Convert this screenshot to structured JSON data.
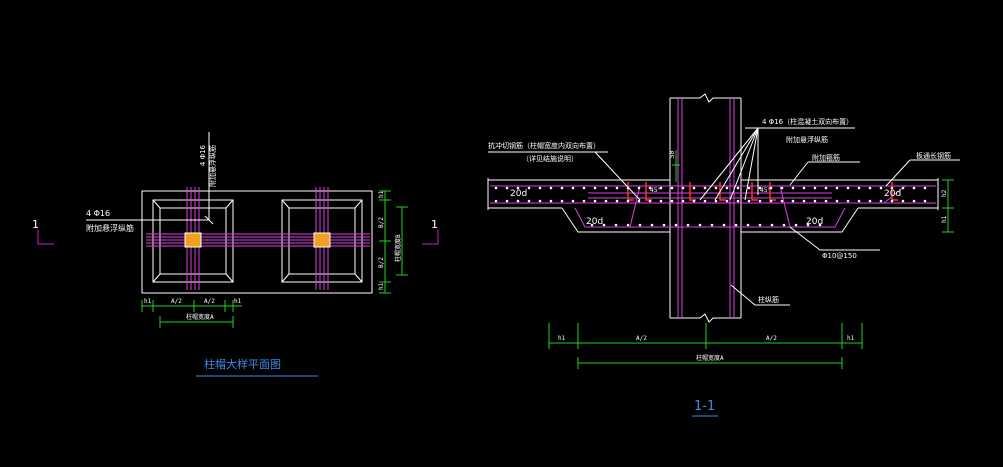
{
  "colors": {
    "background": "#000000",
    "outline": "#ffffff",
    "rebar": "#e040e0",
    "stirrup": "#ff3030",
    "column_fill": "#f0a020",
    "dimension": "#20d020",
    "title": "#3a8ce8",
    "section_mark": "#d020d0"
  },
  "plan": {
    "title": "柱帽大样平面图",
    "section_mark": "1",
    "rebar_note_top_line1": "4 Φ16",
    "rebar_note_top_line2": "附加悬浮纵筋",
    "rebar_note_left_line1": "4 Φ16",
    "rebar_note_left_line2": "附加悬浮纵筋",
    "dim_bottom": [
      "h1",
      "A/2",
      "A/2",
      "h1"
    ],
    "dim_bottom_total": "柱帽宽度A",
    "dim_right": [
      "h1",
      "B/2",
      "B/2",
      "h1"
    ],
    "dim_right_total": "柱帽宽度B"
  },
  "section": {
    "title": "1-1",
    "note_top_line1": "4 Φ16（柱混凝土双向布置）",
    "note_top_line2": "附加悬浮纵筋",
    "note_left_line1": "抗冲切钢筋（柱帽宽度内双向布置）",
    "note_left_line2": "（详见结施说明）",
    "note_bar": "附加箍筋",
    "note_slab": "板通长钢筋",
    "note_stirrup": "Φ10@150",
    "note_column": "柱纵筋",
    "anchor_labels": [
      "20d",
      "20d",
      "20d",
      "20d"
    ],
    "angle_labels": [
      "45°",
      "45°"
    ],
    "dim_small": "50",
    "dim_bottom": [
      "h1",
      "A/2",
      "A/2",
      "h1"
    ],
    "dim_bottom_total": "柱帽宽度A",
    "dim_right": [
      "h2",
      "h1"
    ]
  }
}
